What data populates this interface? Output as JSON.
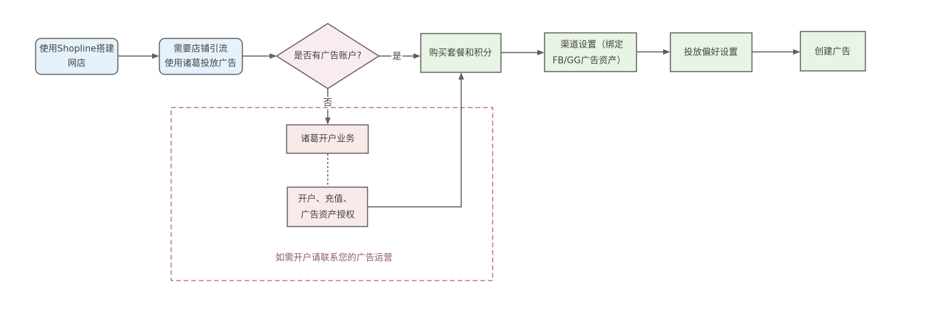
{
  "diagram": {
    "type": "flowchart",
    "colors": {
      "stroke": "#5f5f5f",
      "start_fill": "#e6f2fb",
      "decision_fill": "#f9ecf1",
      "process_fill": "#e8f4e4",
      "subprocess_fill": "#f9eaea",
      "group_border": "#b87583",
      "group_text": "#8a5a66"
    },
    "nodes": {
      "start": {
        "lines": [
          "使用Shopline搭建",
          "网店"
        ]
      },
      "need_traffic": {
        "lines": [
          "需要店铺引流",
          "使用诸葛投放广告"
        ]
      },
      "has_account": {
        "lines": [
          "是否有广告账户?"
        ]
      },
      "buy_package": {
        "lines": [
          "购买套餐和积分"
        ]
      },
      "channel_setup": {
        "lines": [
          "渠道设置（绑定",
          "FB/GG广告资产）"
        ]
      },
      "preference_setup": {
        "lines": [
          "投放偏好设置"
        ]
      },
      "create_ad": {
        "lines": [
          "创建广告"
        ]
      },
      "open_account_service": {
        "lines": [
          "诸葛开户业务"
        ]
      },
      "open_recharge_authorize": {
        "lines": [
          "开户、充值、",
          "广告资产授权"
        ]
      }
    },
    "edge_labels": {
      "yes": "是",
      "no": "否"
    },
    "group": {
      "label": "如需开户请联系您的广告运营"
    }
  }
}
